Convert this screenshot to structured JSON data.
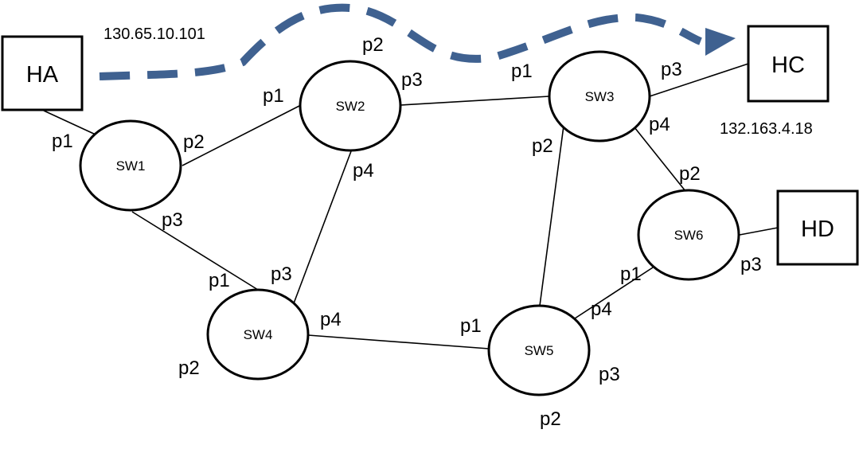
{
  "colors": {
    "path_arrow": "#3F6190",
    "stroke": "#000000",
    "background": "#ffffff"
  },
  "hosts": {
    "ha": {
      "label": "HA",
      "ip": "130.65.10.101"
    },
    "hc": {
      "label": "HC",
      "ip": "132.163.4.18"
    },
    "hd": {
      "label": "HD"
    }
  },
  "switches": {
    "sw1": {
      "label": "SW1",
      "ports": [
        "p1",
        "p2",
        "p3"
      ]
    },
    "sw2": {
      "label": "SW2",
      "ports": [
        "p1",
        "p2",
        "p3",
        "p4"
      ]
    },
    "sw3": {
      "label": "SW3",
      "ports": [
        "p1",
        "p2",
        "p3",
        "p4"
      ]
    },
    "sw4": {
      "label": "SW4",
      "ports": [
        "p1",
        "p2",
        "p3",
        "p4"
      ]
    },
    "sw5": {
      "label": "SW5",
      "ports": [
        "p1",
        "p2",
        "p3",
        "p4"
      ]
    },
    "sw6": {
      "label": "SW6",
      "ports": [
        "p1",
        "p2",
        "p3"
      ]
    }
  },
  "path": {
    "from": "HA",
    "to": "HC",
    "style": "dashed-arrow"
  }
}
